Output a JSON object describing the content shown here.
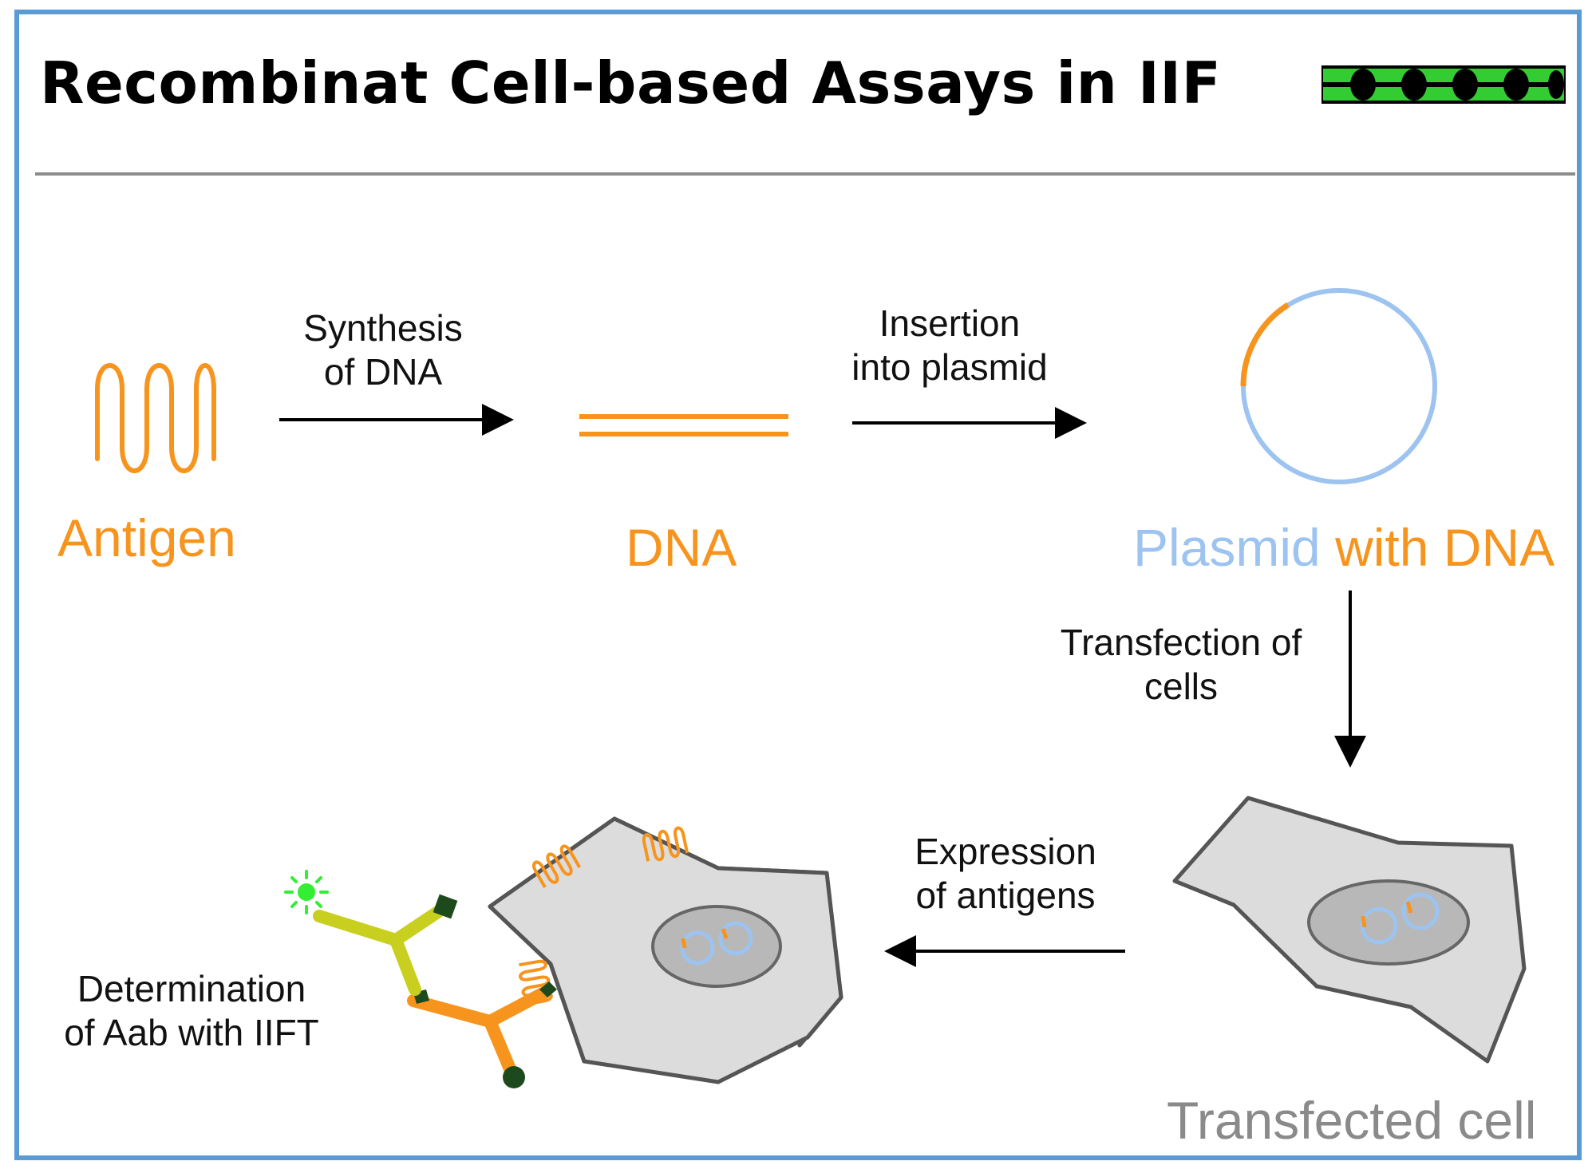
{
  "title": "Recombinat Cell-based Assays in IIF",
  "colors": {
    "frame": "#5b9bd5",
    "antigen_orange": "#f7941d",
    "plasmid_blue": "#9dc3f0",
    "cell_grey": "#dcdcdc",
    "strip_green": "#33cc33",
    "antibody_yellow": "#c8cf1e",
    "antibody_orange": "#f7941d",
    "fluor_green": "#33ee33"
  },
  "steps": {
    "synthesis": [
      "Synthesis",
      "of DNA"
    ],
    "insertion": [
      "Insertion",
      "into plasmid"
    ],
    "transfection": [
      "Transfection of",
      "cells"
    ],
    "expression": [
      "Expression",
      "of antigens"
    ],
    "determination": [
      "Determination",
      "of Aab with IIFT"
    ]
  },
  "labels": {
    "antigen": "Antigen",
    "dna": "DNA",
    "plasmid_part": "Plasmid",
    "with_dna_part": "with DNA",
    "transfected_cell": "Transfected cell"
  }
}
